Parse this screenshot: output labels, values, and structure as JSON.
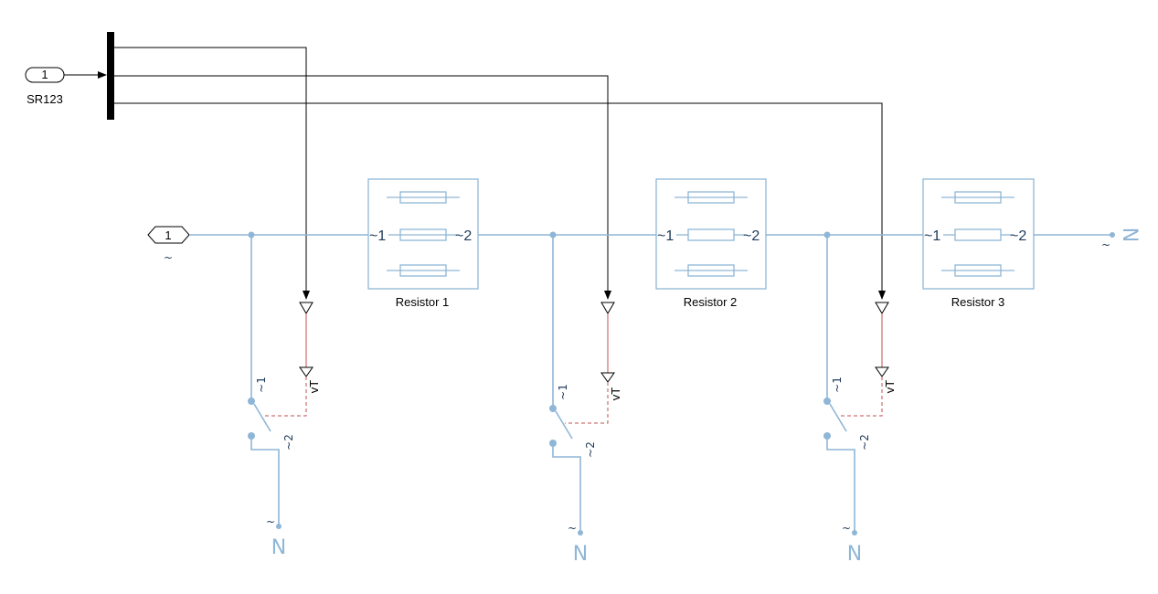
{
  "inport": {
    "number": "1",
    "name": "SR123"
  },
  "conn_port": {
    "number": "1",
    "name": "~"
  },
  "resistors": [
    {
      "name": "Resistor 1",
      "port1": "~1",
      "port2": "~2"
    },
    {
      "name": "Resistor 2",
      "port1": "~1",
      "port2": "~2"
    },
    {
      "name": "Resistor 3",
      "port1": "~1",
      "port2": "~2"
    }
  ],
  "switch_labels": {
    "p1": "~1",
    "p2": "~2",
    "ctrl": "vT"
  },
  "ground": {
    "tilde": "~",
    "symbol": "N"
  },
  "colors": {
    "signal": "#000000",
    "physical": "#8fb6d6",
    "control": "#c0504d"
  }
}
